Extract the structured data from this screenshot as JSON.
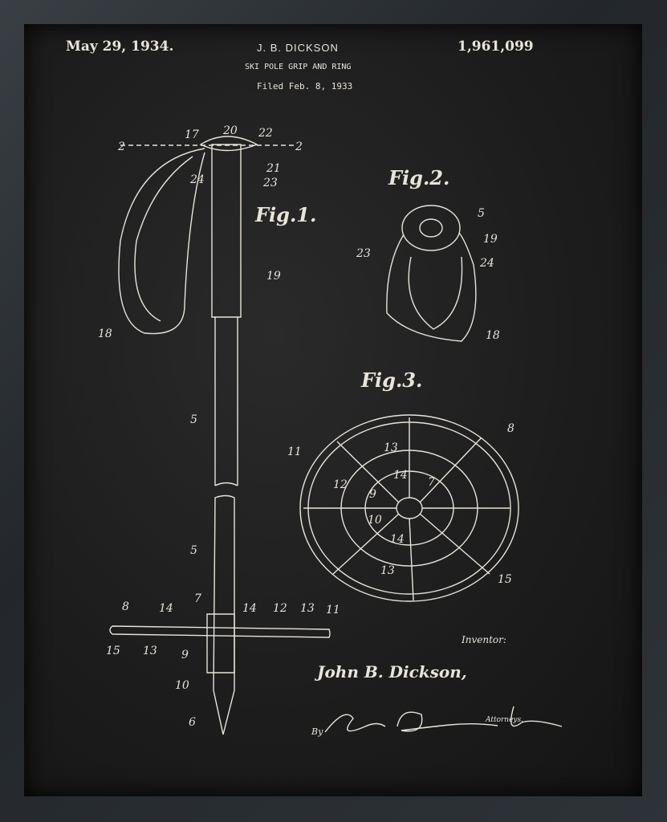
{
  "header": {
    "date": "May 29, 1934.",
    "inventor": "J. B. DICKSON",
    "title": "SKI POLE GRIP AND RING",
    "filed": "Filed Feb. 8, 1933",
    "patent_number": "1,961,099"
  },
  "figures": {
    "fig1": "Fig.1.",
    "fig2": "Fig.2.",
    "fig3": "Fig.3."
  },
  "labels": {
    "fig1": [
      "17",
      "20",
      "22",
      "2",
      "2",
      "21",
      "23",
      "24",
      "19",
      "18",
      "5",
      "5",
      "8",
      "14",
      "7",
      "14",
      "12",
      "13",
      "11",
      "15",
      "13",
      "9",
      "10",
      "6"
    ],
    "fig2": [
      "5",
      "19",
      "23",
      "24",
      "18"
    ],
    "fig3": [
      "8",
      "11",
      "13",
      "12",
      "14",
      "7",
      "9",
      "10",
      "14",
      "13",
      "15"
    ]
  },
  "footer": {
    "inventor_label": "Inventor:",
    "inventor_name": "John B. Dickson,",
    "signature": "By Spear Donaldson & Hall",
    "attorneys": "Attorneys."
  }
}
